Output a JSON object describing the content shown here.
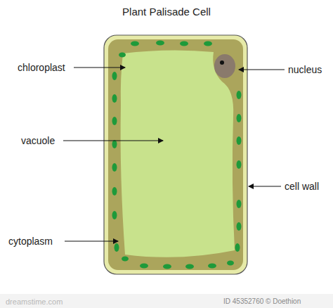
{
  "diagram": {
    "title": "Plant Palisade Cell",
    "labels": [
      "chloroplast",
      "nucleus",
      "vacuole",
      "cell wall",
      "cytoplasm",
      "dreamstime.com",
      "ID 45352760 © Doethion"
    ]
  }
}
